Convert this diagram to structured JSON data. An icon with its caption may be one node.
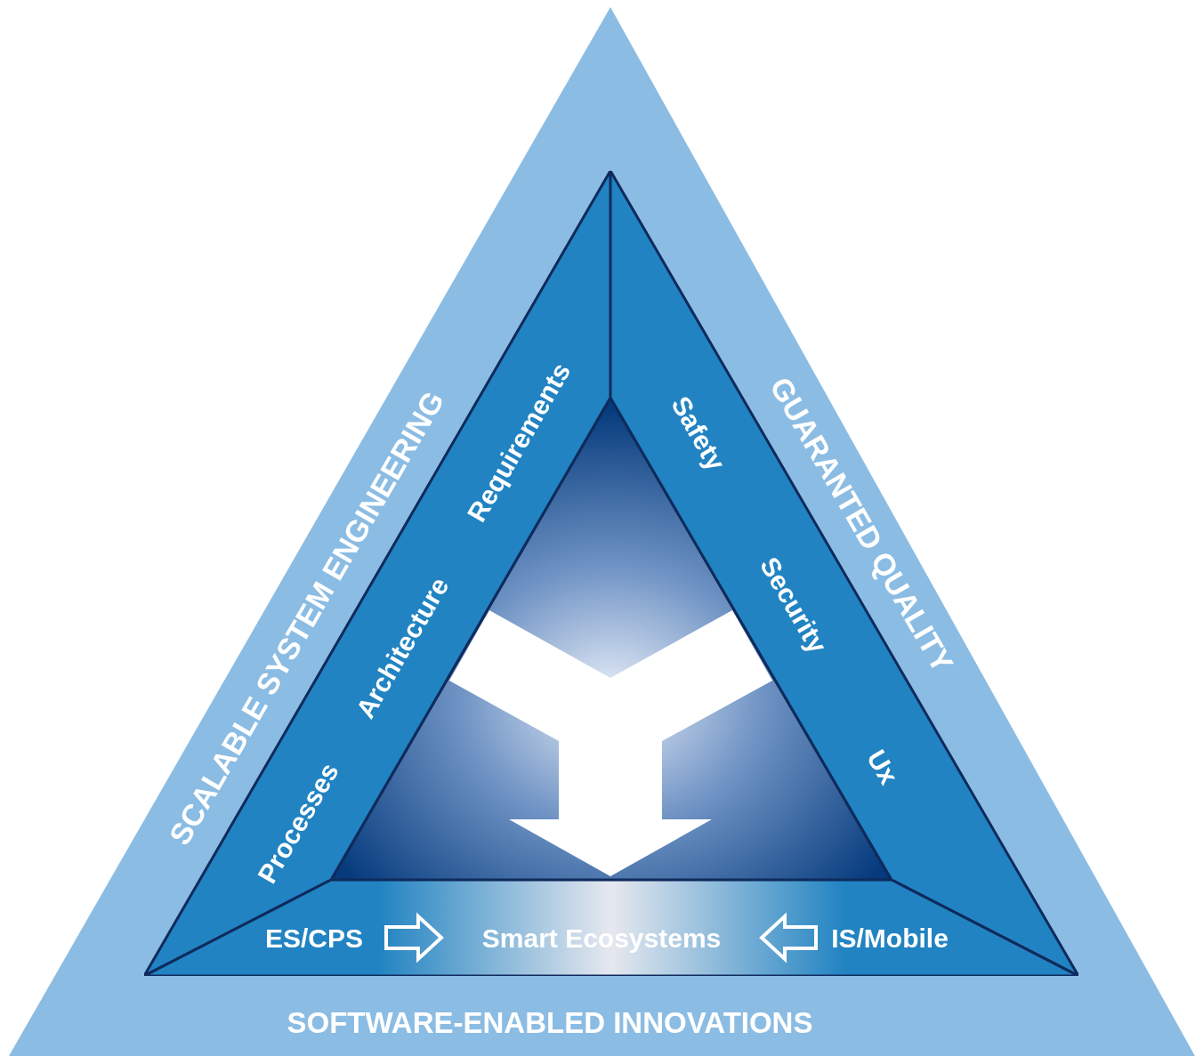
{
  "diagram": {
    "nodes": [
      {
        "text": [
          "Requirements",
          "Architecture",
          "Processes"
        ]
      },
      {
        "text": [
          "Safety",
          "Security",
          "Ux"
        ]
      },
      {
        "text": [],
        "shape": "band"
      },
      {
        "text": [
          "ES/CPS"
        ],
        "in": 2
      },
      {
        "text": [
          "Smart Ecosystems"
        ],
        "in": 2
      },
      {
        "text": [
          "IS/Mobile"
        ],
        "in": 2
      }
    ],
    "edges": [
      {
        "from": 3,
        "to": 4,
        "arrow": "to"
      },
      {
        "from": 5,
        "to": 4,
        "arrow": "to"
      }
    ],
    "labels": [
      "SCALABLE SYSTEM ENGINEERING",
      "GUARANTED QUALITY",
      "SOFTWARE-ENABLED INNOVATIONS"
    ]
  }
}
